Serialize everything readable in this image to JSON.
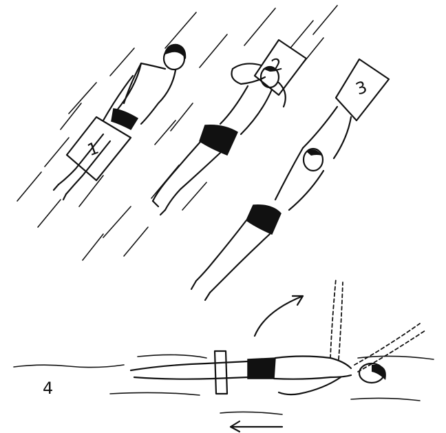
{
  "labels": {
    "figure_1": "1",
    "figure_2": "2",
    "figure_3": "3",
    "figure_4": "4"
  },
  "colors": {
    "ink": "#111111",
    "paper": "#ffffff"
  }
}
